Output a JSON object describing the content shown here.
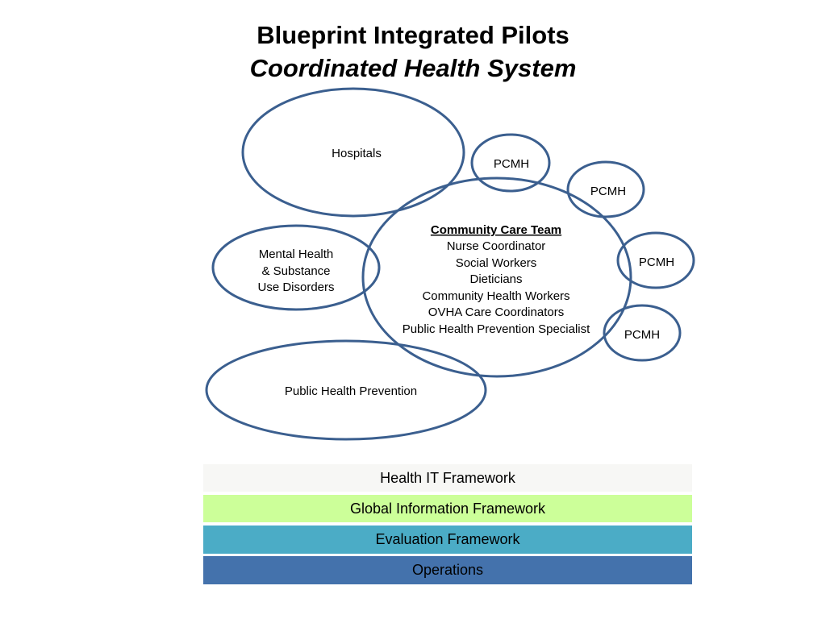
{
  "title": {
    "line1": "Blueprint Integrated Pilots",
    "line2": "Coordinated Health System"
  },
  "diagram": {
    "ellipse_stroke": "#3b5f8f",
    "hospitals": "Hospitals",
    "pcmh": [
      "PCMH",
      "PCMH",
      "PCMH",
      "PCMH"
    ],
    "mental_health": [
      "Mental Health",
      "& Substance",
      "Use Disorders"
    ],
    "community_care_team": {
      "heading": "Community Care Team",
      "members": [
        "Nurse Coordinator",
        "Social Workers",
        "Dieticians",
        "Community Health Workers",
        "OVHA Care Coordinators",
        "Public Health Prevention Specialist"
      ]
    },
    "public_health": "Public Health Prevention"
  },
  "frameworks": [
    {
      "label": "Health IT Framework",
      "color": "#f7f7f5",
      "text_color": "#000000"
    },
    {
      "label": "Global Information Framework",
      "color": "#ccff99",
      "text_color": "#000000"
    },
    {
      "label": "Evaluation Framework",
      "color": "#4bacc6",
      "text_color": "#000000"
    },
    {
      "label": "Operations",
      "color": "#4472ac",
      "text_color": "#000000"
    }
  ]
}
